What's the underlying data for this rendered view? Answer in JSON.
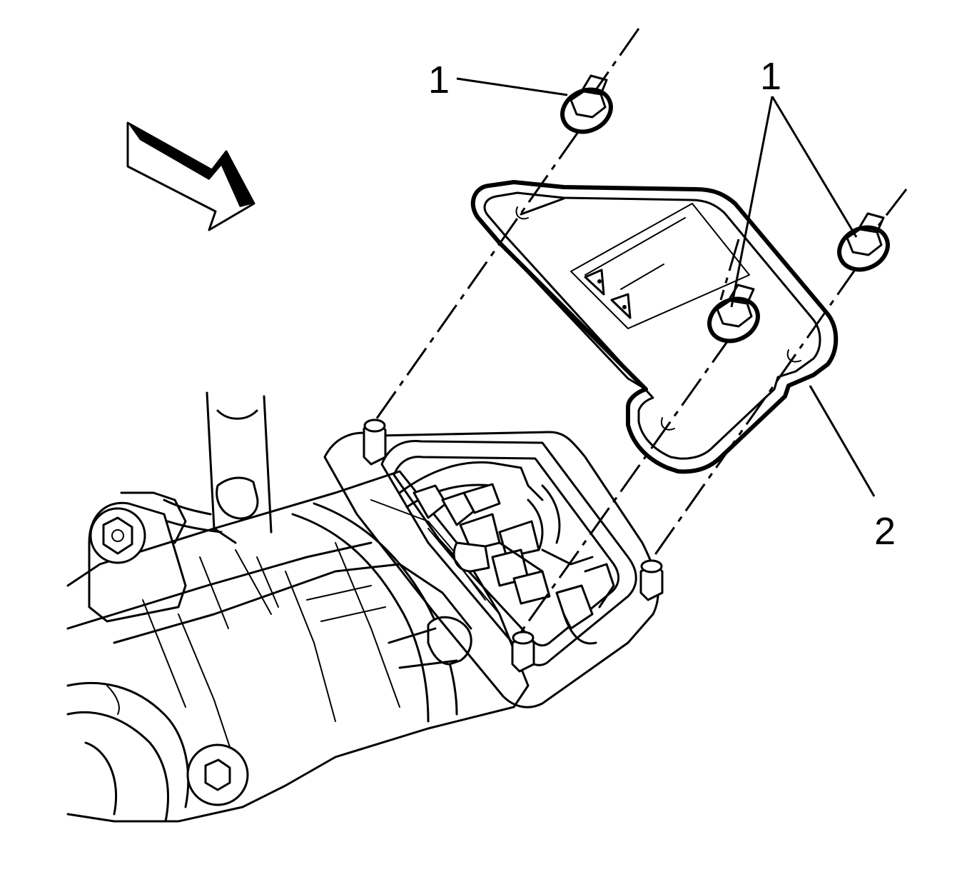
{
  "callouts": {
    "nut_single": "1",
    "nut_pair": "1",
    "cover": "2"
  },
  "colors": {
    "line": "#000000",
    "background": "#ffffff"
  }
}
